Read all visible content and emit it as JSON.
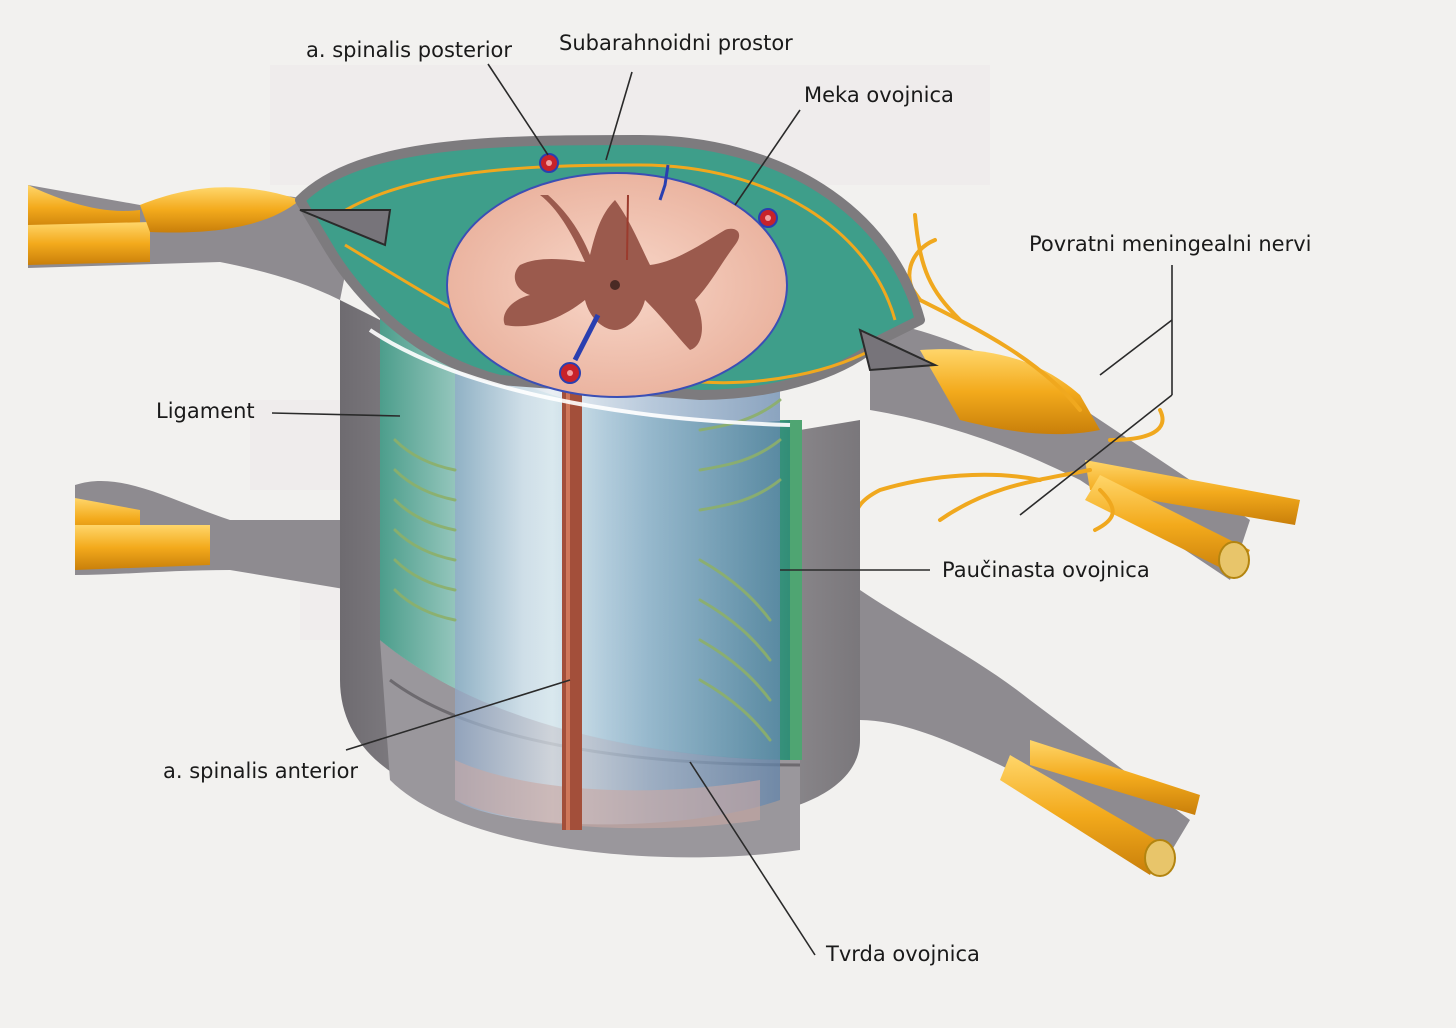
{
  "labels": {
    "a_spinalis_posterior": "a. spinalis posterior",
    "subarachnoid_space": "Subarahnoidni prostor",
    "pia_mater": "Meka ovojnica",
    "meningeal_nerves": "Povratni meningealni nervi",
    "ligament": "Ligament",
    "arachnoid": "Paučinasta ovojnica",
    "a_spinalis_anterior": "a. spinalis anterior",
    "dura_mater": "Tvrda ovojnica"
  },
  "colors": {
    "background": "#f2f1ef",
    "nerve": "#f0a81e",
    "dura": "#8f8c8f",
    "subarachnoid_fluid": "#3e9e8a",
    "white_matter": "#f2c2b0",
    "grey_matter": "#9b5a4d",
    "artery": "#c8222a",
    "vessel_blue": "#2a3fb0"
  },
  "icons": [
    "artery-cross-section-icon",
    "nerve-root-icon"
  ]
}
